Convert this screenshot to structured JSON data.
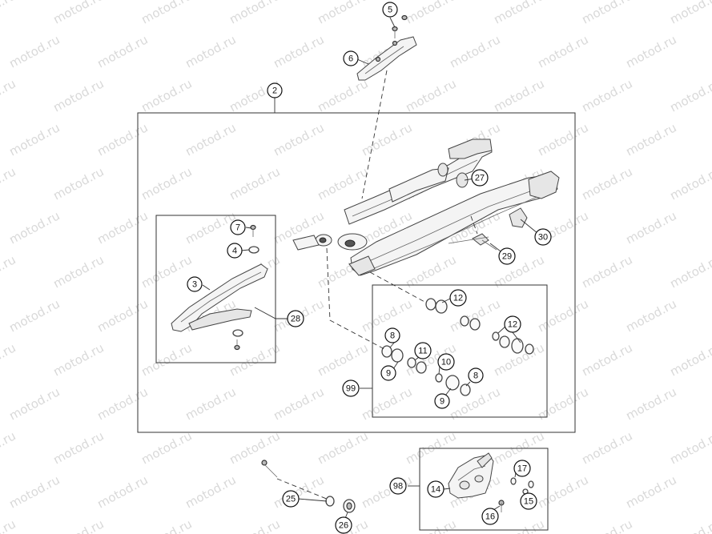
{
  "watermark": {
    "text": "motod.ru",
    "color": "#d9d9d9"
  },
  "callouts": [
    {
      "id": "c5",
      "label": "5"
    },
    {
      "id": "c6",
      "label": "6"
    },
    {
      "id": "c2",
      "label": "2"
    },
    {
      "id": "c27",
      "label": "27"
    },
    {
      "id": "c7",
      "label": "7"
    },
    {
      "id": "c4",
      "label": "4"
    },
    {
      "id": "c3",
      "label": "3"
    },
    {
      "id": "c30",
      "label": "30"
    },
    {
      "id": "c29",
      "label": "29"
    },
    {
      "id": "c28",
      "label": "28"
    },
    {
      "id": "c12a",
      "label": "12"
    },
    {
      "id": "c12b",
      "label": "12"
    },
    {
      "id": "c8a",
      "label": "8"
    },
    {
      "id": "c11",
      "label": "11"
    },
    {
      "id": "c10",
      "label": "10"
    },
    {
      "id": "c9a",
      "label": "9"
    },
    {
      "id": "c8b",
      "label": "8"
    },
    {
      "id": "c9b",
      "label": "9"
    },
    {
      "id": "c99",
      "label": "99"
    },
    {
      "id": "c17",
      "label": "17"
    },
    {
      "id": "c98",
      "label": "98"
    },
    {
      "id": "c14",
      "label": "14"
    },
    {
      "id": "c15",
      "label": "15"
    },
    {
      "id": "c16",
      "label": "16"
    },
    {
      "id": "c25",
      "label": "25"
    },
    {
      "id": "c26",
      "label": "26"
    }
  ]
}
